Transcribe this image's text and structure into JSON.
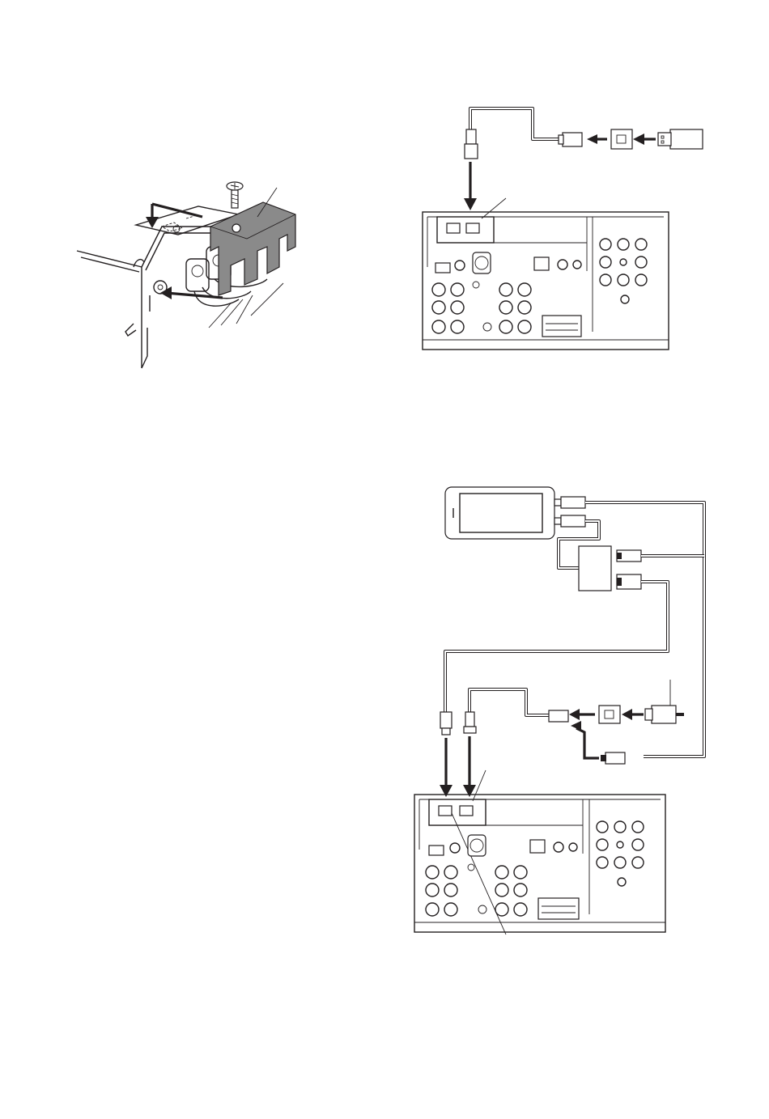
{
  "page": {
    "background": "#ffffff",
    "ink": "#231f20",
    "bracket_fill": "#8a8a8a"
  },
  "figures": [
    {
      "id": "bracket-mounting",
      "icons": [
        "screw-icon",
        "cable-clamp-bracket",
        "down-arrow-icon",
        "left-arrow-icon"
      ]
    },
    {
      "id": "usb-connection",
      "icons": [
        "usb-flash-drive-icon",
        "usb-cable-icon",
        "head-unit-rear-panel"
      ]
    },
    {
      "id": "iphone-connection",
      "icons": [
        "iphone-icon",
        "av-adapter-box",
        "usb-cable-icon",
        "head-unit-rear-panel"
      ]
    }
  ]
}
